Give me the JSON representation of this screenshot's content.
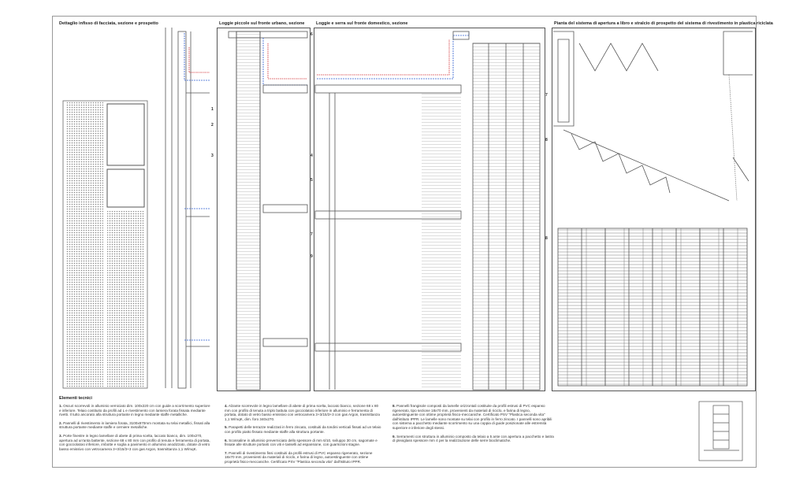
{
  "panels": {
    "p1": "Dettaglio infisso di facciata, sezione e prospetto",
    "p2": "Loggie piccole sul fronte urbano, sezione",
    "p3": "Loggie e serra sul fronte domestico, sezione",
    "p4": "Pianta del sistema di apertura a libro e stralcio di prospetto del sistema di rivestimento in plastica riciclata"
  },
  "labels": {
    "l1": "1",
    "l2": "2",
    "l3": "3",
    "l4": "4",
    "l5": "5",
    "l6": "6",
    "l7": "7",
    "l8": "8",
    "l9": "9"
  },
  "notes": {
    "heading": "Elementi tecnici",
    "items": [
      {
        "num": "1.",
        "text": "Oscuri scorrevoli in alluminio verniciato dim. 100x220 cm con guide a scorrimento superiore e inferiore. Telaio costituito da profili ad L e rivestimento con lamiera forata fissata mediante rivetti. Il tutto ancorato alla struttura portante in legno mediante staffe metalliche."
      },
      {
        "num": "2.",
        "text": "Pannelli di rivestimento in lamiera forata, 3100x870mm montata su telai metallici, fissati alla struttura portante mediante staffe e cerniere metalliche."
      },
      {
        "num": "3.",
        "text": "Porte finestre in legno lamellare di abete di prima scelta, laccato bianco, dim. 100x270, apertura ad un'anta battente, sezione 68 x 80 mm con profilo di tenuta e ferramenta di portata, con gocciolatoio inferiore, imbotte e soglia a pavimento in alluminio anodizzato, dotate di vetro basso emissivo con vetrocamera 3+3/15/3+3 con gas Argon, trasmittanza 1,1 W/mqK."
      },
      {
        "num": "4.",
        "text": "Alzante scorrevole in legno lamellare di abete di prima scelta, laccato bianco, sezione 68 x 80 mm con profilo di tenuta a triplo battuta con gocciolatoio inferiore in alluminio e ferramenta di portata, dotato di vetro basso emissivo con vetrocamera 3+3/15/3+3 con gas Argon, trasmittanza 1,1 W/mqK, dim. foro 340x270."
      },
      {
        "num": "5.",
        "text": "Parapetti delle terrazze realizzati in ferro zincato, costituiti da tondini verticali fissati ad un telaio con profilo piatto fissato mediante staffe alla struttura portante."
      },
      {
        "num": "6.",
        "text": "Scossaline in alluminio preverniciato dello spessore di mm 6/10, sviluppo 30 cm, sagomate e fissate alle strutture portanti con viti e tasselli ad espansione, con guarnizioni stagne."
      },
      {
        "num": "7.",
        "text": "Pannelli di rivestimento fissi costituiti da profili estrusi di PVC espanso rigenerato, sezione 18x70 mm, provenienti da materiali di riciclo, e farina di legno, autoestinguente con ottime proprietà fisico-meccaniche. Certificato PSV \"Plastica seconda vita\" dall'istituto IPPR."
      },
      {
        "num": "8.",
        "text": "Pannelli frangisole composti da lamelle orizzontali costituite da profili estrusi di PVC espanso rigenerato, tipo sezione 18x70 mm, provenienti da materiali di riciclo, e farina di legno, autoestinguente con ottime proprietà fisico-meccaniche. Certificato PSV \"Plastica seconda vita\" dall'istituto IPPR. Le lamelle sono montate su telai con profilo in ferro zincato. I pannelli sono apribili con sistema a pacchetto mediante scorrimento su una coppia di guide posizionate alle estremità superiore e inferiore degli stessi."
      },
      {
        "num": "9.",
        "text": "Serramenti con struttura in alluminio composto da telaio a 5 ante con apertura a pacchetto e lastra di plexiglass spessore mm 4 per la realizzazione delle serre bioclimatiche."
      }
    ]
  },
  "colors": {
    "red": "#d0262b",
    "blue": "#2f5fd0",
    "line": "#555555"
  }
}
